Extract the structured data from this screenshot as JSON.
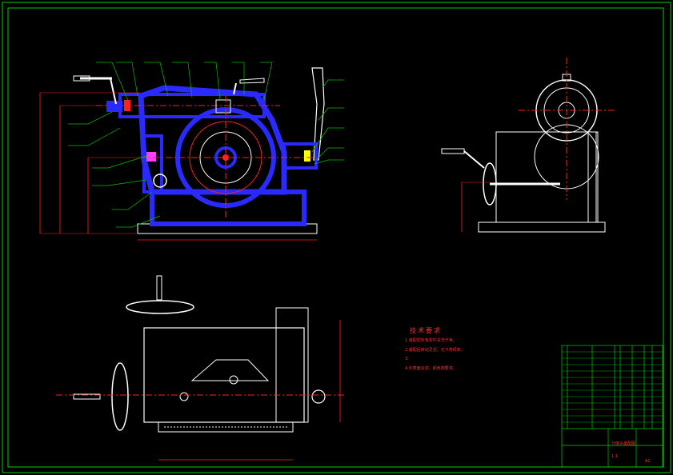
{
  "drawing": {
    "background": "#000000",
    "colors": {
      "border": "#00d000",
      "outline": "#ffffff",
      "centerline": "#ff2020",
      "hatch": "#2a2aff",
      "leader": "#00c000",
      "highlight": "#ffff00",
      "magenta": "#ff40ff"
    },
    "views": [
      "front-section-view",
      "side-view",
      "top-view"
    ]
  },
  "tech_notes": {
    "title": "技术要求",
    "lines": [
      "1.装配前所有零件清洗干净。",
      "2.装配后转动灵活，无卡滞现象。",
      "3.",
      "4.外表面涂漆，颜色按要求。"
    ]
  },
  "title_block": {
    "drawing_name": "分度头装配图",
    "scale": "1:1",
    "sheet": "A1"
  }
}
